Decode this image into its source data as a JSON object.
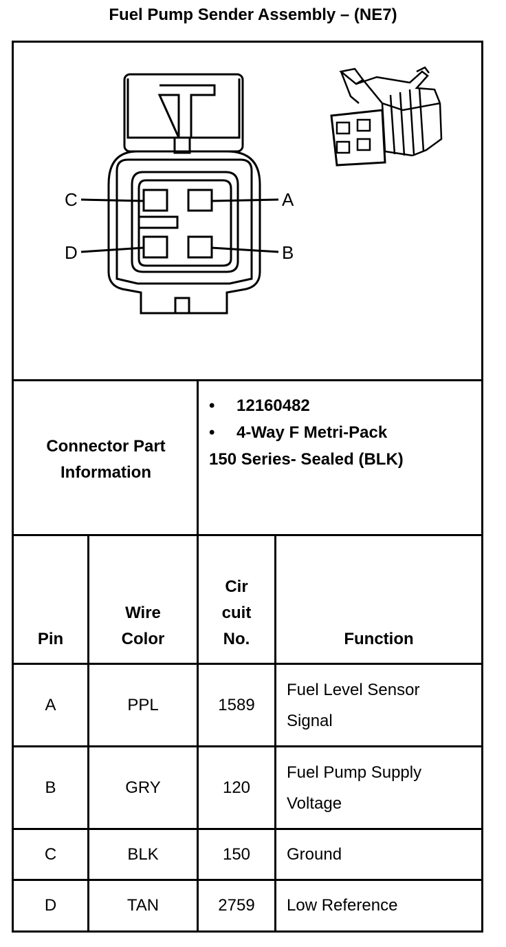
{
  "title": "Fuel Pump Sender Assembly – (NE7)",
  "diagram": {
    "pin_labels": [
      "C",
      "A",
      "D",
      "B"
    ]
  },
  "connector_info": {
    "label": "Connector Part Information",
    "items": [
      {
        "bullet": "•",
        "text": "12160482"
      },
      {
        "bullet": "•",
        "text": "4-Way F Metri-Pack"
      }
    ],
    "continuation": "150 Series- Sealed (BLK)"
  },
  "table": {
    "headers": {
      "pin": "Pin",
      "wire_color_1": "Wire",
      "wire_color_2": "Color",
      "circuit_1": "Cir",
      "circuit_2": "cuit",
      "circuit_3": "No.",
      "function": "Function"
    },
    "rows": [
      {
        "pin": "A",
        "color": "PPL",
        "circuit": "1589",
        "function_1": "Fuel Level Sensor",
        "function_2": "Signal"
      },
      {
        "pin": "B",
        "color": "GRY",
        "circuit": "120",
        "function_1": "Fuel Pump Supply",
        "function_2": "Voltage"
      },
      {
        "pin": "C",
        "color": "BLK",
        "circuit": "150",
        "function_1": "Ground",
        "function_2": ""
      },
      {
        "pin": "D",
        "color": "TAN",
        "circuit": "2759",
        "function_1": "Low Reference",
        "function_2": ""
      }
    ]
  }
}
